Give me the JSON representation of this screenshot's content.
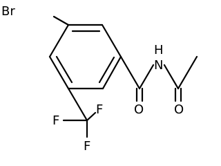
{
  "molecule": {
    "atoms": {
      "br": "Br",
      "nh": "N",
      "h": "H",
      "o_amide": "O",
      "o_acetyl": "O",
      "f1": "F",
      "f2": "F",
      "f3": "F"
    }
  },
  "colors": {
    "line": "#000000",
    "background": "#ffffff"
  }
}
